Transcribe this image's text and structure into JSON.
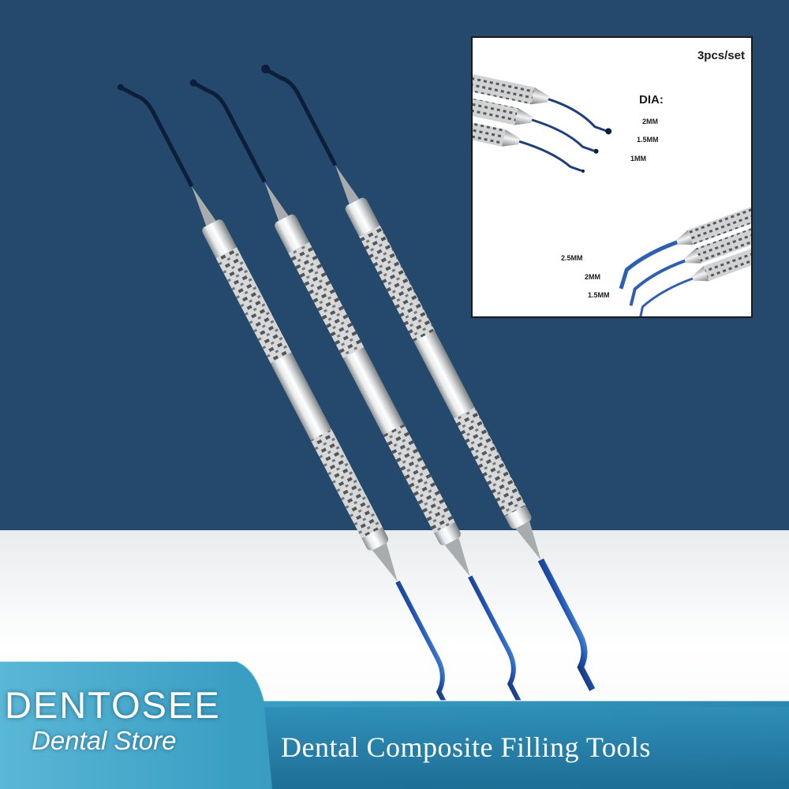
{
  "inset": {
    "set_label": "3pcs/set",
    "dia_label": "DIA:",
    "ball_sizes": [
      "2MM",
      "1.5MM",
      "1MM"
    ],
    "paddle_sizes": [
      "2.5MM",
      "2MM",
      "1.5MM"
    ]
  },
  "branding": {
    "brand_name": "DENTOSEE",
    "store_name": "Dental Store"
  },
  "product": {
    "title": "Dental Composite Filling Tools"
  },
  "colors": {
    "background_blue": "#24496c",
    "tip_blue": "#1d4fb8",
    "steel": "#c9cbcc",
    "banner_cyan": "#39a6c6",
    "banner_dark": "#1d6d93"
  }
}
